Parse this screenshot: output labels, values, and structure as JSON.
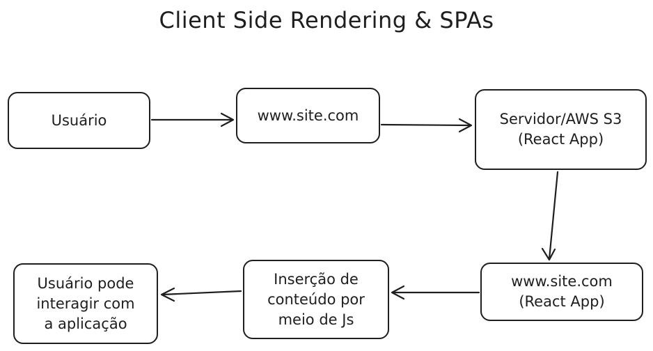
{
  "title": "Client Side Rendering & SPAs",
  "nodes": [
    {
      "id": "n1",
      "label": "Usuário"
    },
    {
      "id": "n2",
      "label": "www.site.com"
    },
    {
      "id": "n3",
      "label": "Servidor/AWS S3\n(React App)"
    },
    {
      "id": "n4",
      "label": "www.site.com\n(React App)"
    },
    {
      "id": "n5",
      "label": "Inserção de\nconteúdo por\nmeio de Js"
    },
    {
      "id": "n6",
      "label": "Usuário pode\ninteragir com\na aplicação"
    }
  ],
  "edges": [
    {
      "from": "n1",
      "to": "n2"
    },
    {
      "from": "n2",
      "to": "n3"
    },
    {
      "from": "n3",
      "to": "n4"
    },
    {
      "from": "n4",
      "to": "n5"
    },
    {
      "from": "n5",
      "to": "n6"
    }
  ],
  "colors": {
    "stroke": "#1e1e1e",
    "background": "#ffffff"
  }
}
